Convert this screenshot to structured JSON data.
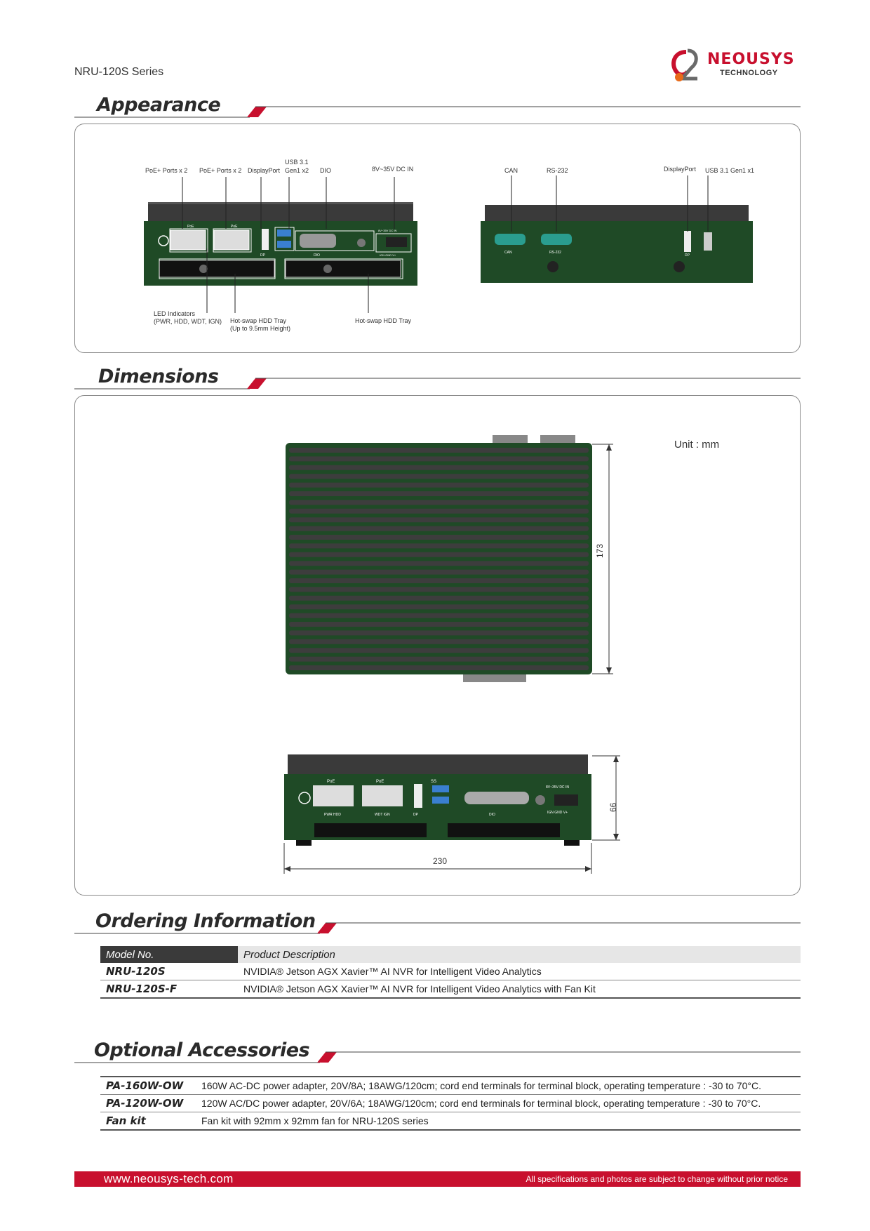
{
  "header": {
    "series": "NRU-120S Series",
    "brand_main": "NEOUSYS",
    "brand_sub": "TECHNOLOGY"
  },
  "sections": {
    "appearance": "Appearance",
    "dimensions": "Dimensions",
    "ordering": "Ordering Information",
    "accessories": "Optional Accessories"
  },
  "appearance": {
    "front_top": {
      "poe1": "PoE+ Ports x 2",
      "poe2": "PoE+ Ports x 2",
      "dp": "DisplayPort",
      "usb_l1": "USB 3.1",
      "usb_l2": "Gen1 x2",
      "dio": "DIO",
      "dcin": "8V~35V DC IN"
    },
    "front_bottom": {
      "led_l1": "LED Indicators",
      "led_l2": "(PWR, HDD, WDT, IGN)",
      "hdd1_l1": "Hot-swap HDD Tray",
      "hdd1_l2": "(Up to 9.5mm Height)",
      "hdd2": "Hot-swap HDD Tray"
    },
    "rear": {
      "can": "CAN",
      "rs232": "RS-232",
      "dp": "DisplayPort",
      "usb": "USB 3.1 Gen1 x1"
    },
    "panel_text": {
      "poe": "PoE",
      "dp": "DP",
      "dio": "DIO",
      "dc": "8V~35V DC IN",
      "ign": "IGN GND V+",
      "can": "CAN",
      "rs232": "RS-232",
      "pwr_hdd": "PWR HDD",
      "wdt_ign": "WDT IGN",
      "ss": "SS"
    }
  },
  "dimensions": {
    "unit": "Unit : mm",
    "depth": "173",
    "height": "66",
    "width": "230"
  },
  "ordering": {
    "headers": [
      "Model No.",
      "Product Description"
    ],
    "rows": [
      {
        "model": "NRU-120S",
        "desc": "NVIDIA® Jetson AGX Xavier™ AI NVR for Intelligent Video Analytics"
      },
      {
        "model": "NRU-120S-F",
        "desc": "NVIDIA® Jetson AGX Xavier™ AI NVR for Intelligent Video Analytics with Fan Kit"
      }
    ]
  },
  "accessories": {
    "rows": [
      {
        "model": "PA-160W-OW",
        "desc": "160W AC-DC power adapter, 20V/8A; 18AWG/120cm; cord end terminals for terminal block, operating temperature : -30 to 70°C."
      },
      {
        "model": "PA-120W-OW",
        "desc": "120W AC/DC power adapter, 20V/6A; 18AWG/120cm; cord end terminals for terminal block, operating temperature : -30 to 70°C."
      },
      {
        "model": "Fan kit",
        "desc": "Fan kit with 92mm x 92mm fan for NRU-120S series"
      }
    ]
  },
  "footer": {
    "url": "www.neousys-tech.com",
    "note": "All specifications and  photos are subject to change without prior notice"
  },
  "colors": {
    "brand_red": "#c8102e",
    "board_green": "#1f4a26",
    "table_header": "#3a3a3a"
  }
}
